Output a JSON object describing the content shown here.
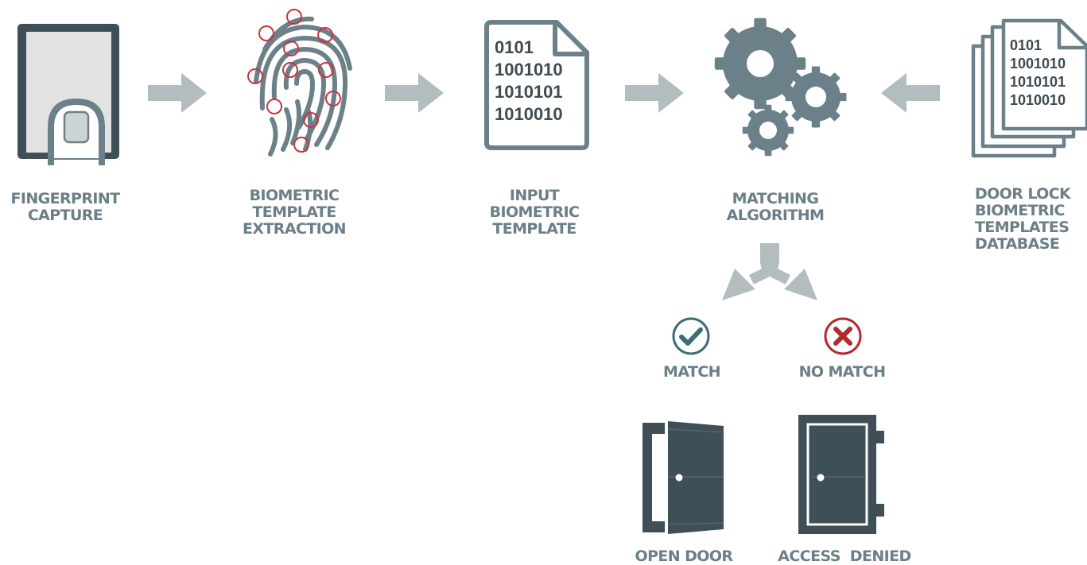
{
  "colors": {
    "dark": "#3e4f58",
    "icon": "#6b8089",
    "arrow": "#b3bcbf",
    "match": "#3b6d74",
    "nomatch": "#b22a2e",
    "minutia": "#c8363a"
  },
  "steps": [
    {
      "icon": "fingerprint-scanner-icon",
      "label": "FINGERPRINT\nCAPTURE"
    },
    {
      "icon": "fingerprint-minutiae-icon",
      "label": "BIOMETRIC\nTEMPLATE\nEXTRACTION"
    },
    {
      "icon": "binary-document-icon",
      "label": "INPUT\nBIOMETRIC\nTEMPLATE"
    },
    {
      "icon": "gears-icon",
      "label": "MATCHING\nALGORITHM"
    },
    {
      "icon": "document-stack-icon",
      "label": "DOOR LOCK\nBIOMETRIC\nTEMPLATES\nDATABASE"
    }
  ],
  "template_doc": {
    "bits": "0101\n1001010\n1010101\n1010010"
  },
  "database_doc": {
    "bits": "0101\n1001010\n1010101\n1010010"
  },
  "outcomes": {
    "match": {
      "icon": "check-circle-icon",
      "label": "MATCH",
      "result_icon": "open-door-icon",
      "result_label": "OPEN DOOR"
    },
    "no_match": {
      "icon": "x-circle-icon",
      "label": "NO MATCH",
      "result_icon": "closed-door-icon",
      "result_label": "ACCESS  DENIED"
    }
  }
}
